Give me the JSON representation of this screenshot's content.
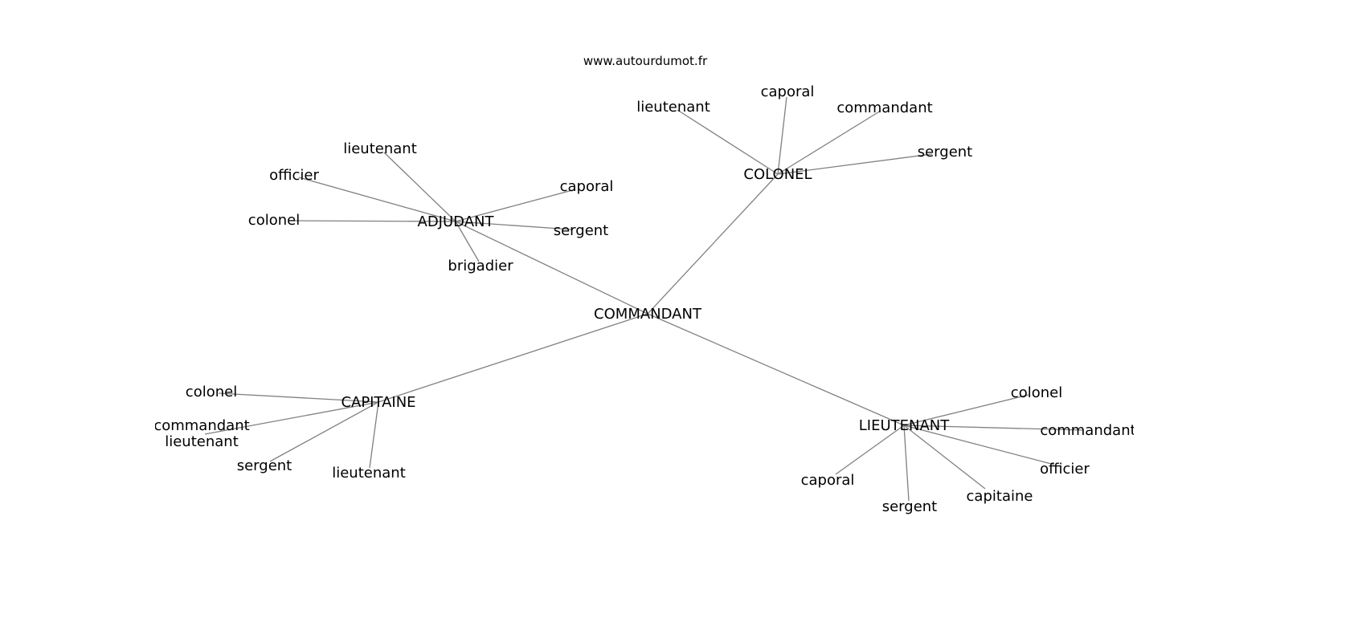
{
  "title": "www.autourdumot.fr",
  "edge_color": "#808080",
  "root": "COMMANDANT",
  "hubs": [
    {
      "label": "ADJUDANT",
      "leaves": [
        "lieutenant",
        "officier",
        "colonel",
        "caporal",
        "sergent",
        "brigadier"
      ]
    },
    {
      "label": "COLONEL",
      "leaves": [
        "lieutenant",
        "caporal",
        "commandant",
        "sergent"
      ]
    },
    {
      "label": "CAPITAINE",
      "leaves": [
        "colonel",
        "commandant\nlieutenant",
        "sergent",
        "lieutenant"
      ]
    },
    {
      "label": "LIEUTENANT",
      "leaves": [
        "colonel",
        "commandant",
        "officier",
        "capitaine",
        "sergent",
        "caporal"
      ]
    }
  ]
}
